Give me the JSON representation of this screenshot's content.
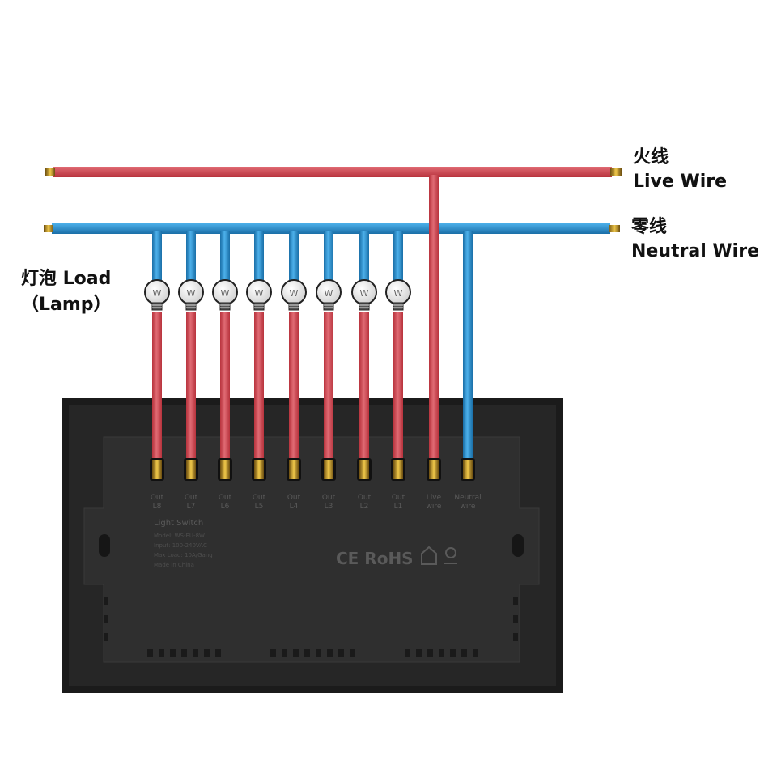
{
  "labels": {
    "live_cn": "火线",
    "live_en": "Live Wire",
    "neutral_cn": "零线",
    "neutral_en": "Neutral Wire",
    "load_line1": "灯泡 Load",
    "load_line2": "（Lamp）"
  },
  "bulbs": [
    "W",
    "W",
    "W",
    "W",
    "W",
    "W",
    "W",
    "W"
  ],
  "terminals": [
    "Out",
    "Out",
    "Out",
    "Out",
    "Out",
    "Out",
    "Out",
    "Out",
    "Live",
    "Neutral"
  ],
  "terminal_sub": [
    "L8",
    "L7",
    "L6",
    "L5",
    "L4",
    "L3",
    "L2",
    "L1",
    "wire",
    "wire"
  ],
  "device": {
    "title": "Light Switch",
    "specs": [
      "Model: WS-EU-8W",
      "Input: 100-240VAC",
      "Max Load: 10A/Gang",
      "Made in China"
    ],
    "marks": "CE RoHS"
  },
  "colors": {
    "live": "#d9525c",
    "neutral": "#2b93d5",
    "brass": "#c9a227",
    "panel": "#1e1e1e"
  }
}
